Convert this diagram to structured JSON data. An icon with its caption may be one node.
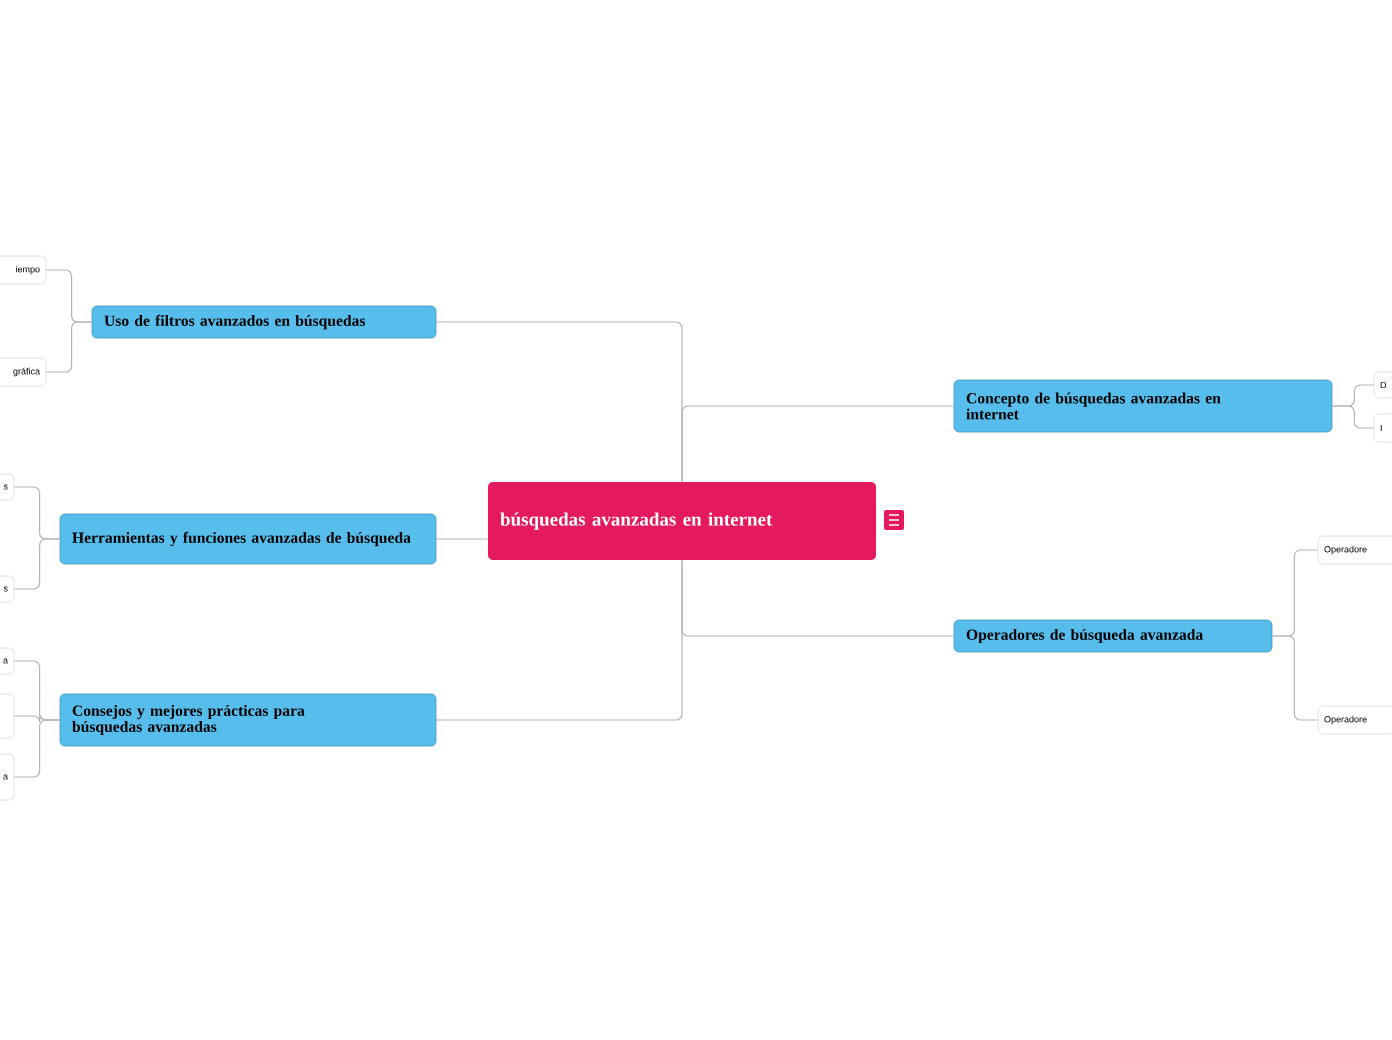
{
  "diagram": {
    "nodes": [
      {
        "text": [
          "búsquedas avanzadas en internet"
        ]
      },
      {
        "text": [
          "Uso de filtros avanzados en búsquedas"
        ]
      },
      {
        "text": [
          "iempo"
        ]
      },
      {
        "text": [
          "gráfica"
        ]
      },
      {
        "text": [
          "Herramientas y funciones avanzadas de búsqueda"
        ]
      },
      {
        "text": [
          "s"
        ]
      },
      {
        "text": [
          "s"
        ]
      },
      {
        "text": [
          "Consejos y mejores prácticas para búsquedas avanzadas"
        ]
      },
      {
        "text": [
          "a"
        ]
      },
      {
        "text": [],
        "shape": "box"
      },
      {
        "text": [
          "a"
        ]
      },
      {
        "text": [
          "Concepto de búsquedas avanzadas en internet"
        ]
      },
      {
        "text": [
          "D"
        ]
      },
      {
        "text": [
          "I"
        ]
      },
      {
        "text": [
          "Operadores de búsqueda avanzada"
        ]
      },
      {
        "text": [
          "Operadore"
        ]
      },
      {
        "text": [
          "Operadore"
        ]
      }
    ],
    "edges": [
      {
        "from": 0,
        "to": 1,
        "arrow": "none"
      },
      {
        "from": 0,
        "to": 4,
        "arrow": "none"
      },
      {
        "from": 0,
        "to": 7,
        "arrow": "none"
      },
      {
        "from": 0,
        "to": 11,
        "arrow": "none"
      },
      {
        "from": 0,
        "to": 14,
        "arrow": "none"
      },
      {
        "from": 1,
        "to": 2,
        "arrow": "none"
      },
      {
        "from": 1,
        "to": 3,
        "arrow": "none"
      },
      {
        "from": 4,
        "to": 5,
        "arrow": "none"
      },
      {
        "from": 4,
        "to": 6,
        "arrow": "none"
      },
      {
        "from": 7,
        "to": 8,
        "arrow": "none"
      },
      {
        "from": 7,
        "to": 9,
        "arrow": "none"
      },
      {
        "from": 7,
        "to": 10,
        "arrow": "none"
      },
      {
        "from": 11,
        "to": 12,
        "arrow": "none"
      },
      {
        "from": 11,
        "to": 13,
        "arrow": "none"
      },
      {
        "from": 14,
        "to": 15,
        "arrow": "none"
      },
      {
        "from": 14,
        "to": 16,
        "arrow": "none"
      }
    ]
  }
}
